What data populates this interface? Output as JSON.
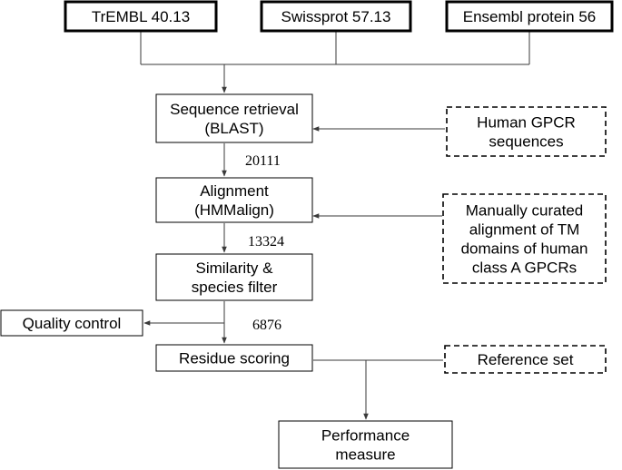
{
  "sources": {
    "trembl": "TrEMBL 40.13",
    "swissprot": "Swissprot 57.13",
    "ensembl": "Ensembl protein 56"
  },
  "steps": {
    "retrieval": [
      "Sequence retrieval",
      "(BLAST)"
    ],
    "alignment": [
      "Alignment",
      "(HMMalign)"
    ],
    "filter": [
      "Similarity &",
      "species filter"
    ],
    "scoring": [
      "Residue scoring"
    ],
    "performance": [
      "Performance",
      "measure"
    ],
    "quality": [
      "Quality control"
    ]
  },
  "inputs": {
    "gpcr": [
      "Human GPCR",
      "sequences"
    ],
    "curated": [
      "Manually curated",
      "alignment of TM",
      "domains of human",
      "class A GPCRs"
    ],
    "reference": [
      "Reference set"
    ]
  },
  "counts": {
    "after_retrieval": "20111",
    "after_alignment": "13324",
    "after_filter": "6876"
  }
}
